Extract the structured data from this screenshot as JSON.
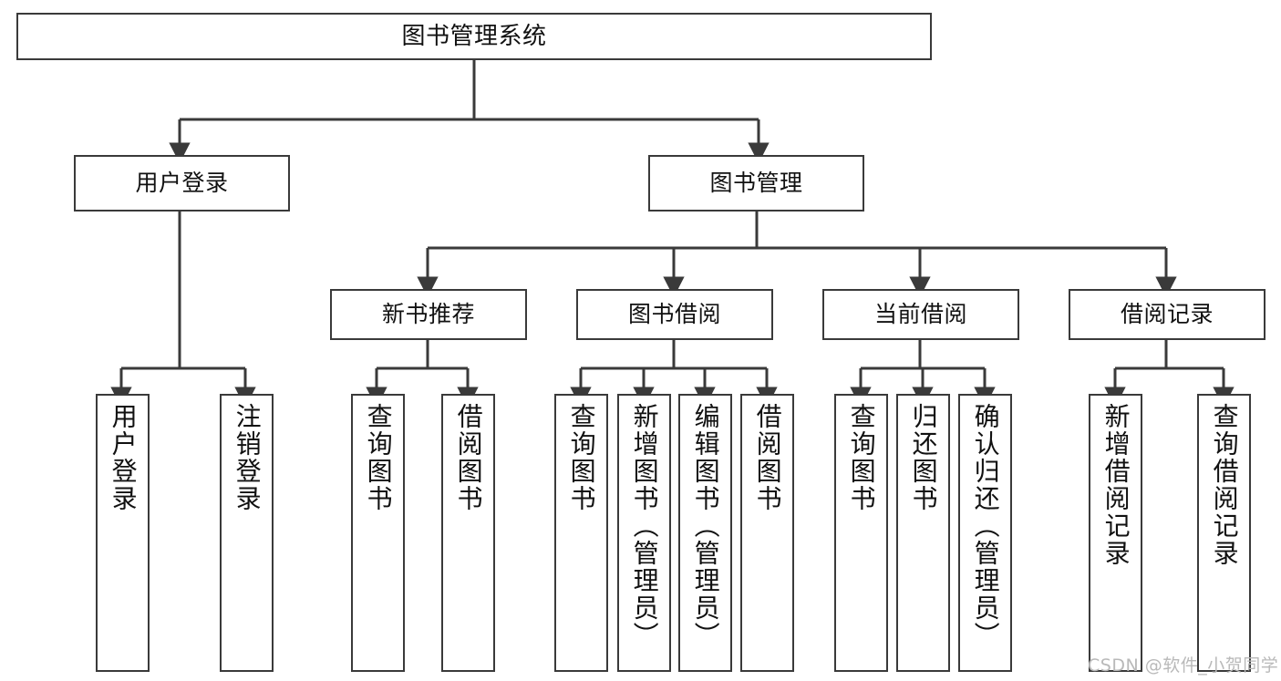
{
  "diagram": {
    "title": "图书管理系统",
    "type": "tree",
    "stroke_color": "#3a3a3a",
    "fill_color": "#ffffff",
    "text_color": "#111111",
    "watermark": "CSDN @软件_小贺同学",
    "nodes": {
      "root": {
        "label": "图书管理系统"
      },
      "level2": [
        {
          "id": "user-login",
          "label": "用户登录"
        },
        {
          "id": "book-manage",
          "label": "图书管理"
        }
      ],
      "level3": [
        {
          "id": "new-book-rec",
          "label": "新书推荐"
        },
        {
          "id": "book-borrow",
          "label": "图书借阅"
        },
        {
          "id": "current-borrow",
          "label": "当前借阅"
        },
        {
          "id": "borrow-record",
          "label": "借阅记录"
        }
      ],
      "leaves": [
        {
          "id": "leaf-user-login",
          "label": "用户登录",
          "parent": "user-login"
        },
        {
          "id": "leaf-user-logout",
          "label": "注销登录",
          "parent": "user-login"
        },
        {
          "id": "leaf-query-book-1",
          "label": "查询图书",
          "parent": "new-book-rec"
        },
        {
          "id": "leaf-borrow-book-1",
          "label": "借阅图书",
          "parent": "new-book-rec"
        },
        {
          "id": "leaf-query-book-2",
          "label": "查询图书",
          "parent": "book-borrow"
        },
        {
          "id": "leaf-add-book",
          "label": "新增图书（管理员）",
          "parent": "book-borrow"
        },
        {
          "id": "leaf-edit-book",
          "label": "编辑图书（管理员）",
          "parent": "book-borrow"
        },
        {
          "id": "leaf-borrow-book-2",
          "label": "借阅图书",
          "parent": "book-borrow"
        },
        {
          "id": "leaf-query-book-3",
          "label": "查询图书",
          "parent": "current-borrow"
        },
        {
          "id": "leaf-return-book",
          "label": "归还图书",
          "parent": "current-borrow"
        },
        {
          "id": "leaf-confirm-return",
          "label": "确认归还（管理员）",
          "parent": "current-borrow"
        },
        {
          "id": "leaf-add-record",
          "label": "新增借阅记录",
          "parent": "borrow-record"
        },
        {
          "id": "leaf-query-record",
          "label": "查询借阅记录",
          "parent": "borrow-record"
        }
      ]
    }
  }
}
